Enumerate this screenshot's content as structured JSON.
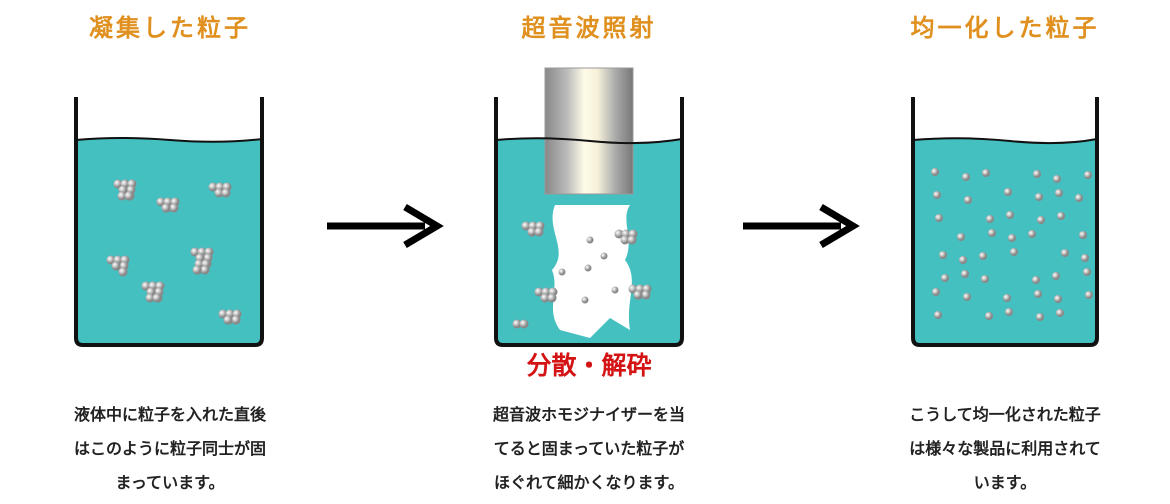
{
  "steps": [
    {
      "title": "凝集した粒子",
      "desc": [
        "液体中に粒子を入れた直後",
        "はこのように粒子同士が固",
        "まっています。"
      ]
    },
    {
      "title": "超音波照射",
      "label": "分散・解砕",
      "desc": [
        "超音波ホモジナイザーを当",
        "てると固まっていた粒子が",
        "ほぐれて細かくなります。"
      ]
    },
    {
      "title": "均一化した粒子",
      "desc": [
        "こうして均一化された粒子",
        "は様々な製品に利用されて",
        "います。"
      ]
    }
  ],
  "colors": {
    "water": "#45c0c1",
    "title": "#e0901e",
    "label": "#d41414"
  }
}
